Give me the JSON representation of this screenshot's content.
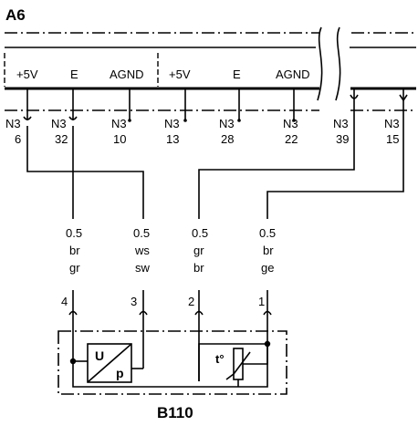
{
  "module_label": "A6",
  "sensor_label": "B110",
  "module_terminals": [
    "+5V",
    "E",
    "AGND",
    "+5V",
    "E",
    "AGND"
  ],
  "pins": [
    {
      "connector": "N3",
      "number": "6"
    },
    {
      "connector": "N3",
      "number": "32"
    },
    {
      "connector": "N3",
      "number": "10"
    },
    {
      "connector": "N3",
      "number": "13"
    },
    {
      "connector": "N3",
      "number": "28"
    },
    {
      "connector": "N3",
      "number": "22"
    },
    {
      "connector": "N3",
      "number": "39"
    },
    {
      "connector": "N3",
      "number": "15"
    }
  ],
  "wires": [
    {
      "size": "0.5",
      "color1": "br",
      "color2": "gr",
      "pin": "4"
    },
    {
      "size": "0.5",
      "color1": "ws",
      "color2": "sw",
      "pin": "3"
    },
    {
      "size": "0.5",
      "color1": "gr",
      "color2": "br",
      "pin": "2"
    },
    {
      "size": "0.5",
      "color1": "br",
      "color2": "ge",
      "pin": "1"
    }
  ],
  "pressure_symbol": {
    "top": "U",
    "bottom": "p"
  },
  "temp_symbol": "t°"
}
